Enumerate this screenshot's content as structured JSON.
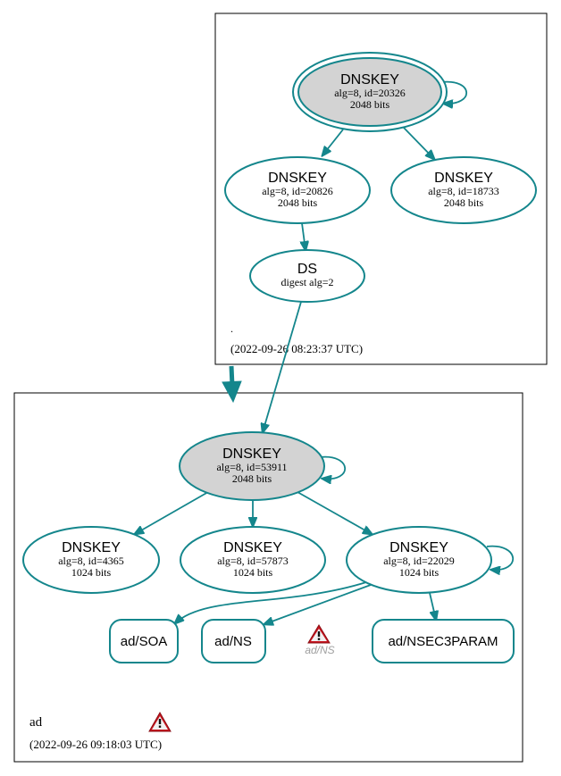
{
  "colors": {
    "edge": "#14868c",
    "node_fill_ksk": "#d3d3d3",
    "node_fill": "#ffffff",
    "cluster_border": "#000000",
    "warning_red": "#c8141e",
    "warning_label": "#a0a0a0"
  },
  "root_zone": {
    "name": ".",
    "timestamp": "(2022-09-26 08:23:37 UTC)",
    "ksk": {
      "title": "DNSKEY",
      "detail": "alg=8, id=20326",
      "size": "2048 bits"
    },
    "zsk1": {
      "title": "DNSKEY",
      "detail": "alg=8, id=20826",
      "size": "2048 bits"
    },
    "zsk2": {
      "title": "DNSKEY",
      "detail": "alg=8, id=18733",
      "size": "2048 bits"
    },
    "ds": {
      "title": "DS",
      "detail": "digest alg=2"
    }
  },
  "ad_zone": {
    "name": "ad",
    "timestamp": "(2022-09-26 09:18:03 UTC)",
    "ksk": {
      "title": "DNSKEY",
      "detail": "alg=8, id=53911",
      "size": "2048 bits"
    },
    "key1": {
      "title": "DNSKEY",
      "detail": "alg=8, id=4365",
      "size": "1024 bits"
    },
    "key2": {
      "title": "DNSKEY",
      "detail": "alg=8, id=57873",
      "size": "1024 bits"
    },
    "key3": {
      "title": "DNSKEY",
      "detail": "alg=8, id=22029",
      "size": "1024 bits"
    },
    "rrsets": {
      "soa": "ad/SOA",
      "ns": "ad/NS",
      "nsec3param": "ad/NSEC3PARAM"
    },
    "warning_label": "ad/NS"
  }
}
